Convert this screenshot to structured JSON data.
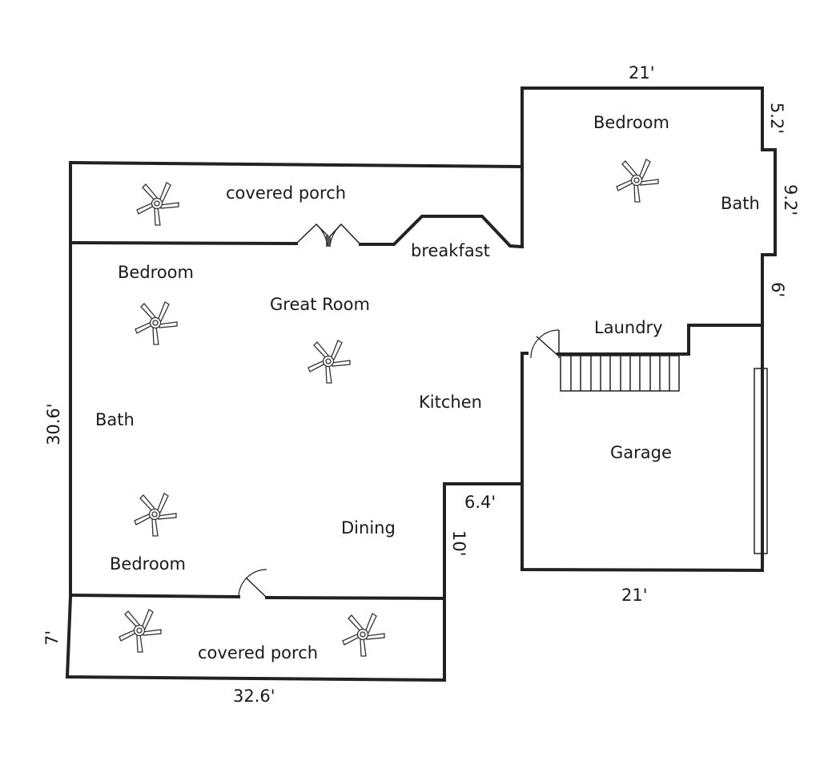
{
  "rooms": {
    "covered_porch_top": "covered porch",
    "bedroom_upper_right": "Bedroom",
    "bath_right": "Bath",
    "breakfast": "breakfast",
    "bedroom_upper_left": "Bedroom",
    "great_room": "Great Room",
    "laundry": "Laundry",
    "kitchen": "Kitchen",
    "bath_left": "Bath",
    "garage": "Garage",
    "dining": "Dining",
    "bedroom_lower_left": "Bedroom",
    "covered_porch_bottom": "covered porch"
  },
  "dimensions": {
    "top_right_width": "21'",
    "right_upper": "5.2'",
    "right_middle": "9.2'",
    "right_lower": "6'",
    "left_height": "30.6'",
    "step_width": "6.4'",
    "step_height": "10'",
    "garage_width": "21'",
    "porch_depth": "7'",
    "bottom_width": "32.6'"
  },
  "icons": {
    "ceiling_fan": "ceiling-fan-icon",
    "door_swing": "door-swing-icon",
    "french_doors": "french-doors-icon",
    "staircase": "staircase-icon",
    "garage_door": "garage-door-icon"
  }
}
